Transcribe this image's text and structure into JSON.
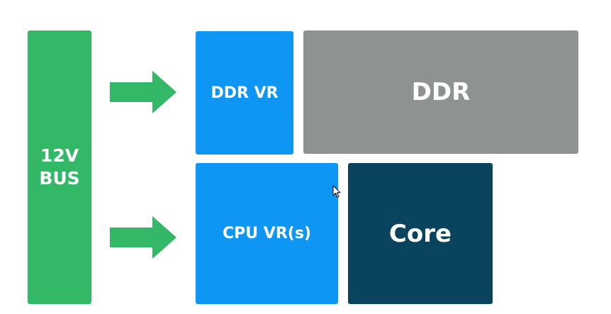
{
  "colors": {
    "bus": "#33b867",
    "arrow": "#33b867",
    "vr": "#0d96f3",
    "ddr": "#8f9293",
    "core": "#09435d"
  },
  "blocks": {
    "bus": {
      "line1": "12V",
      "line2": "BUS"
    },
    "ddr_vr": {
      "label": "DDR VR"
    },
    "ddr": {
      "label": "DDR"
    },
    "cpu_vr": {
      "label": "CPU VR(s)"
    },
    "core": {
      "label": "Core"
    }
  },
  "icons": {
    "arrow": "right-arrow-icon",
    "cursor": "mouse-pointer-icon"
  }
}
